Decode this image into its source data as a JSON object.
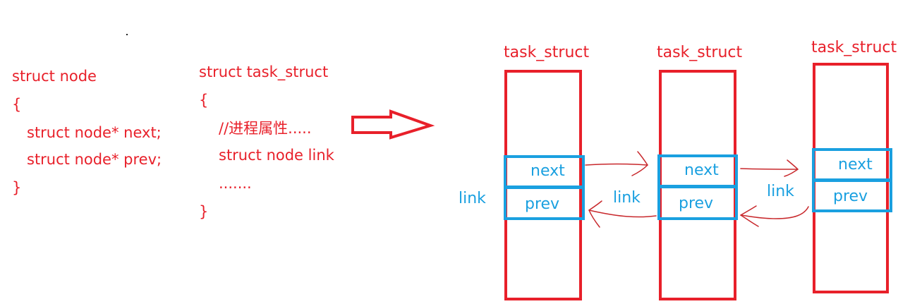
{
  "node_code": [
    "struct node",
    "{",
    "struct node* next;",
    "struct node* prev;",
    "}"
  ],
  "task_code": [
    "struct task_struct",
    "{",
    "//进程属性.....",
    "struct node link",
    ".......",
    "}"
  ],
  "boxes": [
    {
      "title": "task_struct",
      "next": "next",
      "prev": "prev"
    },
    {
      "title": "task_struct",
      "next": "next",
      "prev": "prev"
    },
    {
      "title": "task_struct",
      "next": "next",
      "prev": "prev"
    }
  ],
  "link_labels": [
    "link",
    "link",
    "link"
  ],
  "colors": {
    "code": "#e8202a",
    "struct_outline": "#e8202a",
    "link_box": "#1aa0e0",
    "arrow": "#c8282c"
  }
}
